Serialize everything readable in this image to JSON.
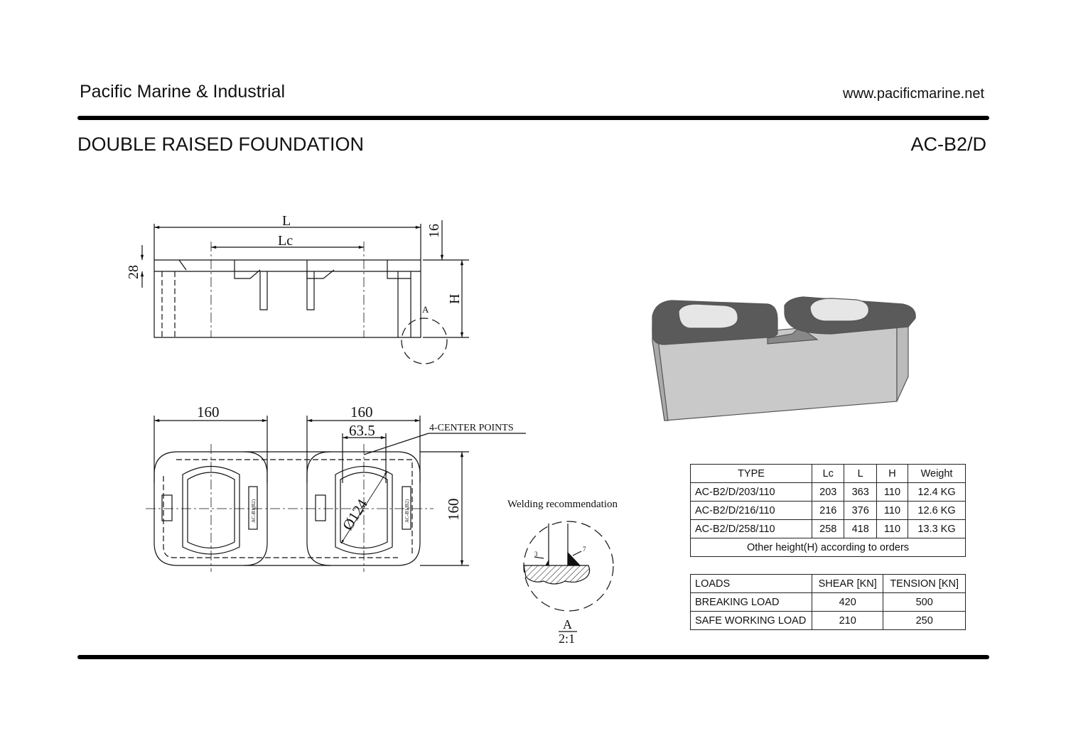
{
  "header": {
    "company": "Pacific Marine & Industrial",
    "website": "www.pacificmarine.net"
  },
  "document": {
    "title": "DOUBLE RAISED FOUNDATION",
    "code": "AC-B2/D"
  },
  "drawing": {
    "side_view": {
      "L": "L",
      "Lc": "Lc",
      "dim_16": "16",
      "dim_28": "28",
      "H": "H",
      "detail_ref": "A"
    },
    "plan_view": {
      "width_left": "160",
      "width_right": "160",
      "center_dist": "63.5",
      "center_points": "4-CENTER POINTS",
      "diameter": "Ø124",
      "height": "160",
      "marking_left": "AC-B1(B2)",
      "marking_right": "AC-B1(B2)"
    },
    "detail": {
      "title": "Welding recommendation",
      "weld_left": "3",
      "weld_right": "7",
      "label": "A",
      "scale": "2:1"
    }
  },
  "spec_table": {
    "headers": [
      "TYPE",
      "Lc",
      "L",
      "H",
      "Weight"
    ],
    "rows": [
      [
        "AC-B2/D/203/110",
        "203",
        "363",
        "110",
        "12.4 KG"
      ],
      [
        "AC-B2/D/216/110",
        "216",
        "376",
        "110",
        "12.6 KG"
      ],
      [
        "AC-B2/D/258/110",
        "258",
        "418",
        "110",
        "13.3 KG"
      ]
    ],
    "note": "Other height(H) according to orders"
  },
  "loads_table": {
    "headers": [
      "LOADS",
      "SHEAR [KN]",
      "TENSION [KN]"
    ],
    "rows": [
      [
        "BREAKING LOAD",
        "420",
        "500"
      ],
      [
        "SAFE WORKING LOAD",
        "210",
        "250"
      ]
    ]
  }
}
